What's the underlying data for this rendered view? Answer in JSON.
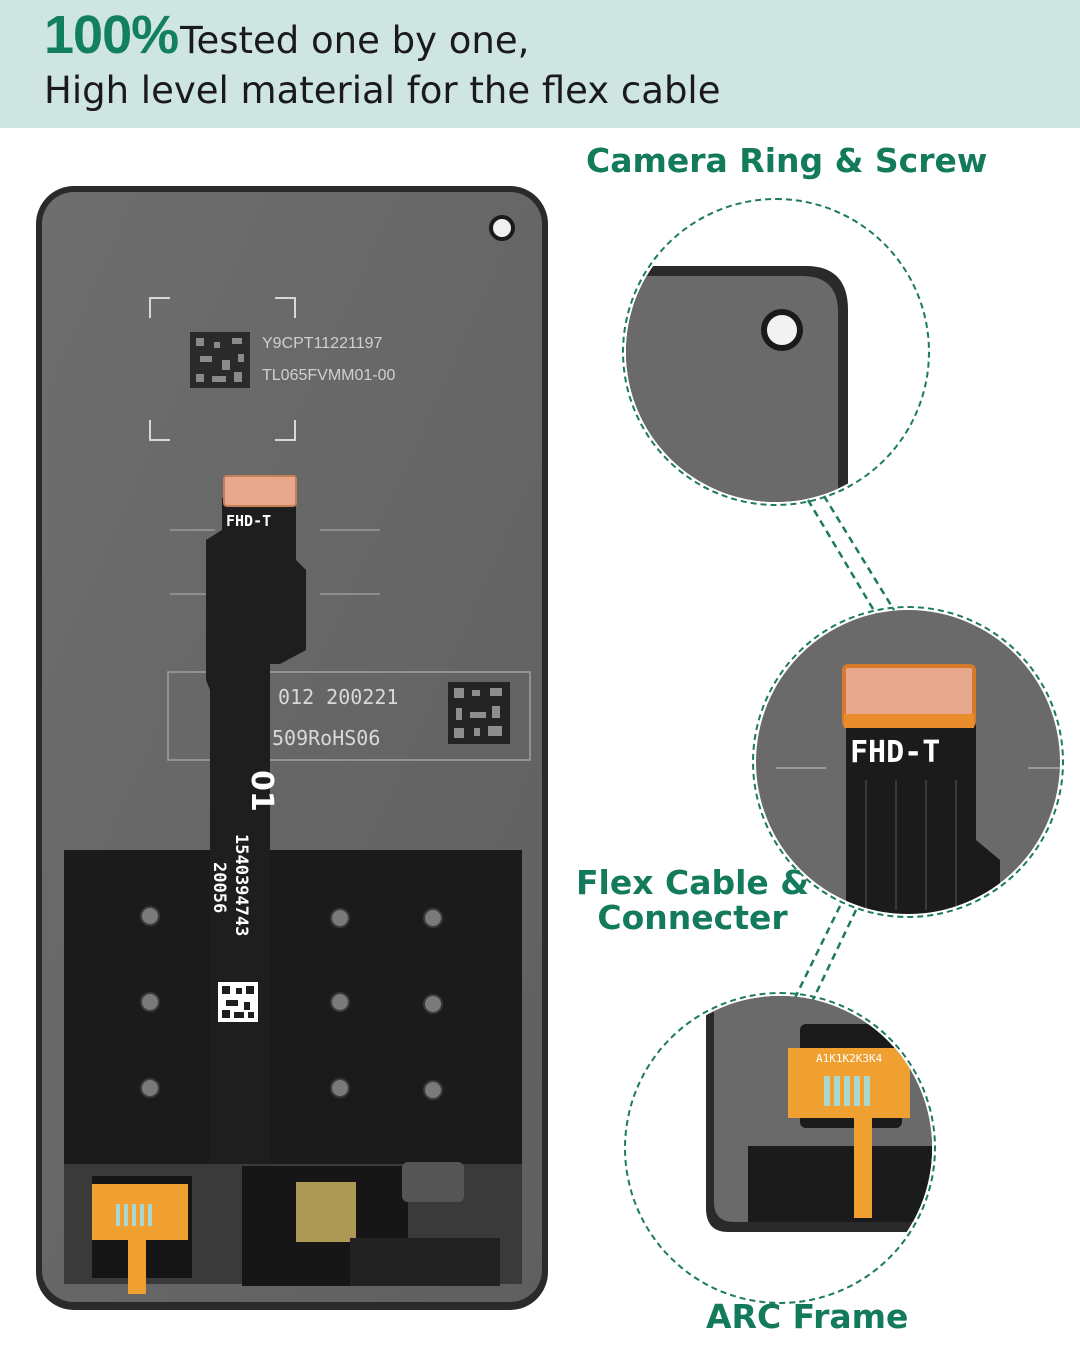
{
  "headline": {
    "percent": "100%",
    "line1": "Tested one by one,",
    "line2": "High level material for the flex cable"
  },
  "callouts": {
    "camera": "Camera Ring & Screw",
    "flex_line1": "Flex Cable &",
    "flex_line2": "Connecter",
    "frame": "ARC Frame"
  },
  "phone": {
    "sticker_code": "Y9CPT11221197",
    "sticker_model": "TL065FVMM01-00",
    "label_line1": "012  200221",
    "label_line2": "509RoHS06",
    "cable_number": "01",
    "cable_code1": "1540394743",
    "cable_code2": "20056",
    "connector_text": "FHD-T",
    "chip_text": "A1K1K2K3K4"
  },
  "colors": {
    "accent_green": "#137a5c",
    "banner_bg": "#cfe5e2",
    "connector_copper": "#e8a88d",
    "flex_orange": "#f0a030"
  }
}
